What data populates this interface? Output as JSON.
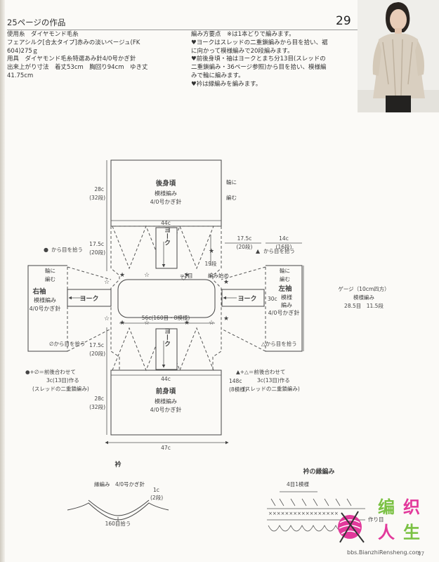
{
  "header": {
    "title": "25ページの作品",
    "number": "29"
  },
  "materials": [
    "使用糸　ダイヤモンド毛糸",
    "フェアシルク[合太タイプ]赤みの淡いベージュ(FK",
    "604)275ｇ",
    "用具　ダイヤモンド毛糸特選あみ針4/0号かぎ針",
    "出来上がり寸法　着丈53cm　胸回り94cm　ゆき丈",
    "41.75cm"
  ],
  "instructions": [
    "編み方要点　※は1本どりで編みます。",
    "♥ヨークはスレッドの二重鎖編みから目を拾い、裾",
    "に向かって模様編みで20段編みます。",
    "♥前後身頃・袖はヨークとまち分13目(スレッドの",
    "二重鎖編み・36ページ参照)から目を拾い、模様編",
    "みで輪に編みます。",
    "♥衿は縁編みを編みます。"
  ],
  "diagram": {
    "back_title": "後身頃",
    "back_pattern": "模様編み",
    "back_hook": "4/0号かぎ針",
    "front_title": "前身頃",
    "front_pattern": "模様編み",
    "front_hook": "4/0号かぎ針",
    "right_sleeve_title": "右袖",
    "right_sleeve_pattern": "模様編み",
    "right_sleeve_hook": "4/0号かぎ針",
    "left_sleeve_title": "左袖",
    "left_sleeve_pattern1": "模様",
    "left_sleeve_pattern2": "編み",
    "left_sleeve_hook": "4/0号かぎ針",
    "yoke": "ヨーク",
    "round_knit": "輪に",
    "round_knit2": "編む",
    "m_28c": "28c",
    "m_32dan": "(32段)",
    "m_28c_b": "28c",
    "m_32dan_b": "(32段)",
    "m_17_5c": "17.5c",
    "m_20dan": "(20段)",
    "m_17_5c_b": "17.5c",
    "m_20dan_b": "(20段)",
    "m_17_5c_r": "17.5c",
    "m_20dan_r": "(20段)",
    "m_14c": "14c",
    "m_16dan": "(16段)",
    "m_44c": "44c",
    "m_44c_b": "44c",
    "m_30c": "30c",
    "m_47c": "47c",
    "m_19dan": "19段",
    "m_1me": "=1目",
    "m_start": "編み始め",
    "m_56c": "56c(160目・8模様)",
    "m_148c": "148c",
    "m_8moyo": "(8模様)",
    "m_from_black": "から目を拾う",
    "m_from_black_sym": "●",
    "m_from_tri": "から目を拾う",
    "m_from_tri_sym": "▲",
    "m_from_circle": "∅から目を拾う",
    "m_from_dtri": "△から目を拾う",
    "join_left1": "●+∅＝前後合わせて",
    "join_left2": "3c(13目)作る",
    "join_left3": "(スレッドの二重鎖編み)",
    "join_right1": "▲+△＝前後合わせて",
    "join_right2": "3c(13目)作る",
    "join_right3": "(スレッドの二重鎖編み)",
    "gauge1": "ゲージ（10cm四方）",
    "gauge2": "模様編み",
    "gauge3": "28.5目　11.5段"
  },
  "collar": {
    "title": "衿",
    "pattern": "縁編み　4/0号かぎ針",
    "m_1c": "1c",
    "m_2dan": "(2段)",
    "m_160": "160目拾う"
  },
  "edging": {
    "title": "衿の縁編み",
    "repeat": "4目1模様",
    "start": "作り目"
  },
  "logo": {
    "c1": "编",
    "c2": "织",
    "c3": "人",
    "c4": "生",
    "url": "bbs.BianzhiRensheng.com"
  },
  "page_number": "47"
}
